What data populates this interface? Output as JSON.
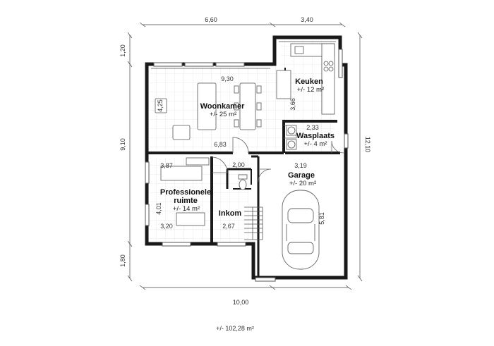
{
  "dimensions": {
    "top_left": "6,60",
    "top_right": "3,40",
    "left_top": "1,20",
    "left_middle": "9,10",
    "left_bottom": "1,80",
    "right": "12,10",
    "bottom": "10,00",
    "woonkamer_width": "9,30",
    "woonkamer_depth": "4,25",
    "woonkamer_bottom": "6,83",
    "keuken_depth": "3,66",
    "wasplaats_width": "2,33",
    "garage_width": "3,19",
    "garage_depth": "5,81",
    "hall_width": "2,00",
    "prof_top": "3,87",
    "prof_depth": "4,01",
    "prof_bottom": "3,20",
    "inkom_width": "2,67"
  },
  "rooms": {
    "woonkamer": {
      "name": "Woonkamer",
      "area": "+/- 25 m²"
    },
    "keuken": {
      "name": "Keuken",
      "area": "+/- 12 m²"
    },
    "wasplaats": {
      "name": "Wasplaats",
      "area": "+/- 4 m²"
    },
    "garage": {
      "name": "Garage",
      "area": "+/- 20 m²"
    },
    "professionele": {
      "name_line1": "Professionele",
      "name_line2": "ruimte",
      "area": "+/- 14 m²"
    },
    "inkom": {
      "name": "Inkom"
    }
  },
  "total_area": "+/- 102,28 m²"
}
